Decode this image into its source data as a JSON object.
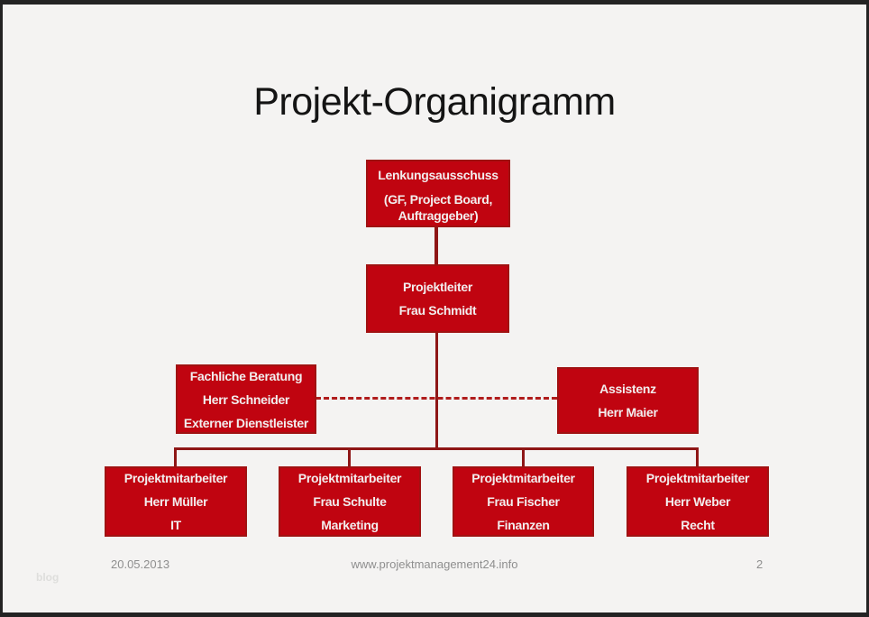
{
  "slide": {
    "title": "Projekt-Organigramm",
    "footer": {
      "date": "20.05.2013",
      "website": "www.projektmanagement24.info",
      "page_number": "2"
    },
    "watermark": "blog",
    "colors": {
      "node_fill": "#C00410",
      "node_border": "#A01212",
      "node_text": "#F2EEEE",
      "connector": "#8E1616",
      "dashed_connector": "#B01C1C",
      "slide_background": "#F4F3F2",
      "frame": "#232323",
      "title_text": "#141414",
      "footer_text": "#8E8E8E"
    }
  },
  "orgchart": {
    "nodes": {
      "steering": {
        "role": "Lenkungsausschuss",
        "lines": [
          "Lenkungsausschuss",
          "(GF, Project Board,",
          "Auftraggeber)"
        ]
      },
      "leader": {
        "role": "Projektleiter",
        "lines": [
          "Projektleiter",
          "Frau Schmidt"
        ]
      },
      "advisor": {
        "role": "Fachliche Beratung",
        "lines": [
          "Fachliche Beratung",
          "Herr Schneider",
          "Externer Dienstleister"
        ]
      },
      "assistant": {
        "role": "Assistenz",
        "lines": [
          "Assistenz",
          "Herr Maier"
        ]
      },
      "member_it": {
        "role": "Projektmitarbeiter IT",
        "lines": [
          "Projektmitarbeiter",
          "Herr Müller",
          "IT"
        ]
      },
      "member_marketing": {
        "role": "Projektmitarbeiter Marketing",
        "lines": [
          "Projektmitarbeiter",
          "Frau Schulte",
          "Marketing"
        ]
      },
      "member_finance": {
        "role": "Projektmitarbeiter Finanzen",
        "lines": [
          "Projektmitarbeiter",
          "Frau Fischer",
          "Finanzen"
        ]
      },
      "member_legal": {
        "role": "Projektmitarbeiter Recht",
        "lines": [
          "Projektmitarbeiter",
          "Herr Weber",
          "Recht"
        ]
      }
    }
  }
}
